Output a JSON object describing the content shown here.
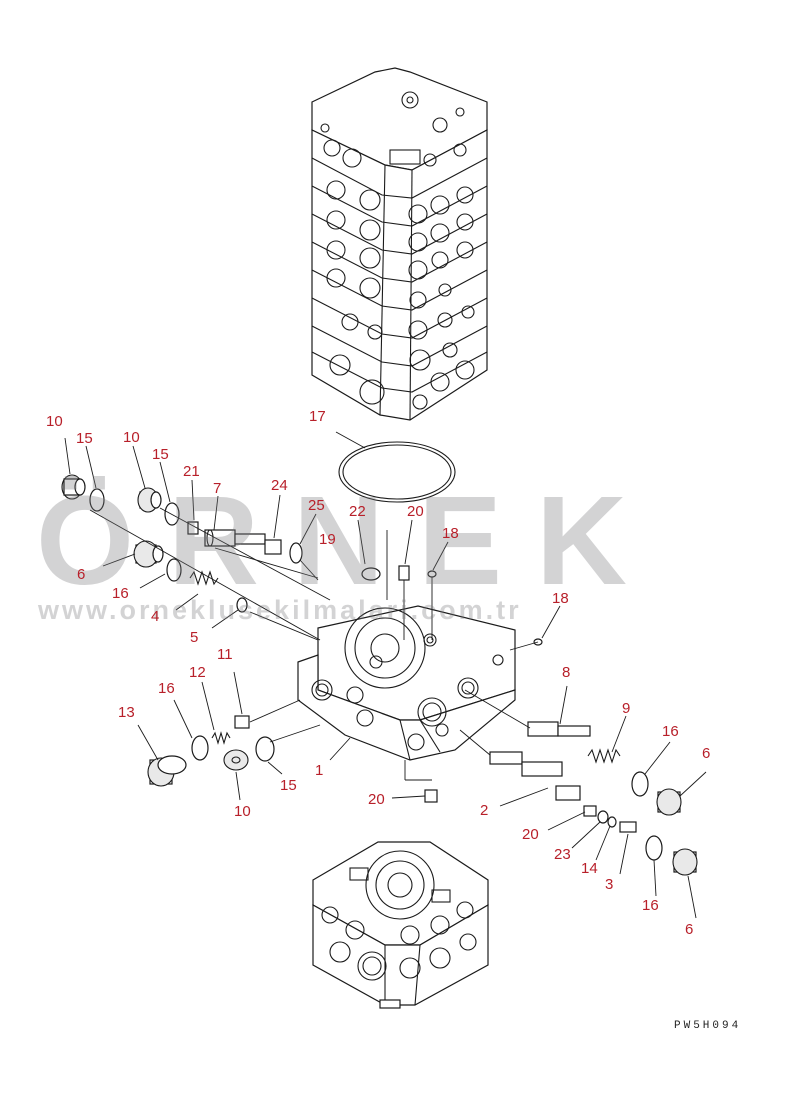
{
  "watermark": {
    "logo_text": "ÖRNEK",
    "url_text": "www.orneklusekilmalari.com.tr"
  },
  "drawing_code": "PW5H094",
  "callouts": {
    "c10a": "10",
    "c15a": "15",
    "c10b": "10",
    "c15b": "15",
    "c21": "21",
    "c7": "7",
    "c24": "24",
    "c25": "25",
    "c17": "17",
    "c22": "22",
    "c20a": "20",
    "c18a": "18",
    "c19": "19",
    "c6a": "6",
    "c16a": "16",
    "c4": "4",
    "c5": "5",
    "c18b": "18",
    "c11": "11",
    "c12": "12",
    "c16b": "16",
    "c13": "13",
    "c8": "8",
    "c9": "9",
    "c16c": "16",
    "c6b": "6",
    "c1": "1",
    "c15c": "15",
    "c10c": "10",
    "c20b": "20",
    "c2": "2",
    "c20c": "20",
    "c23": "23",
    "c14": "14",
    "c3": "3",
    "c16d": "16",
    "c6c": "6"
  },
  "colors": {
    "callout": "#b8202a",
    "line": "#1b1b1b",
    "watermark": "#8a8a90",
    "watermark_accent": "#f4d21f"
  }
}
